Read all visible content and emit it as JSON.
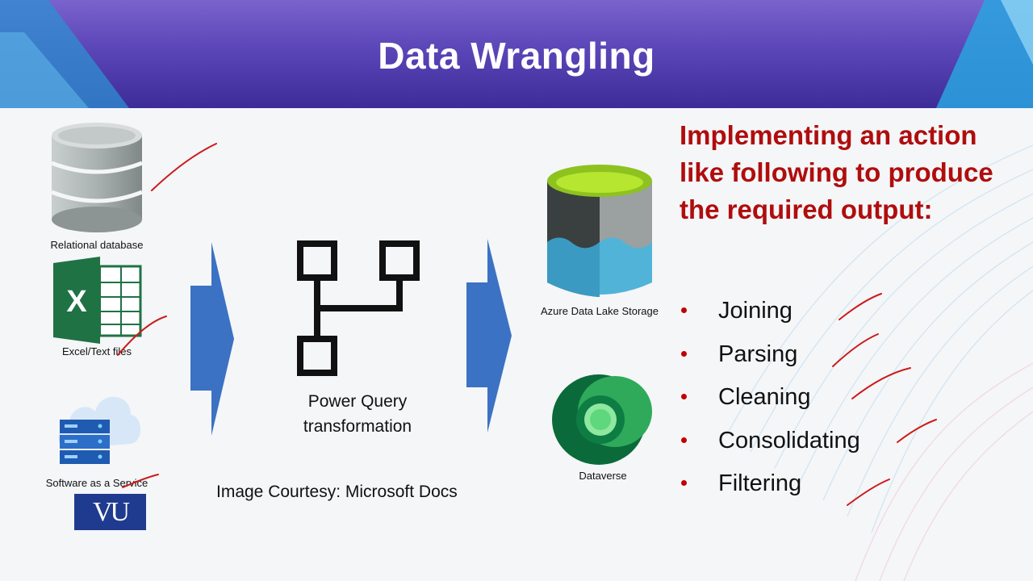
{
  "title": "Data Wrangling",
  "sources": [
    {
      "label": "Relational database"
    },
    {
      "label": "Excel/Text files"
    },
    {
      "label": "Software as a Service"
    }
  ],
  "transform": {
    "label": "Power Query transformation"
  },
  "destinations": [
    {
      "label": "Azure Data Lake Storage"
    },
    {
      "label": "Dataverse"
    }
  ],
  "courtesy": "Image Courtesy: Microsoft Docs",
  "heading": "Implementing an action like following to produce the required output:",
  "bullets": [
    "Joining",
    "Parsing",
    "Cleaning",
    "Consolidating",
    "Filtering"
  ],
  "logo_text": "VU",
  "colors": {
    "heading": "#b00d0d",
    "arrow": "#3b72c4",
    "header": "#5b46b8",
    "bullet": "#c00000",
    "annotation": "#cc1b1b"
  }
}
